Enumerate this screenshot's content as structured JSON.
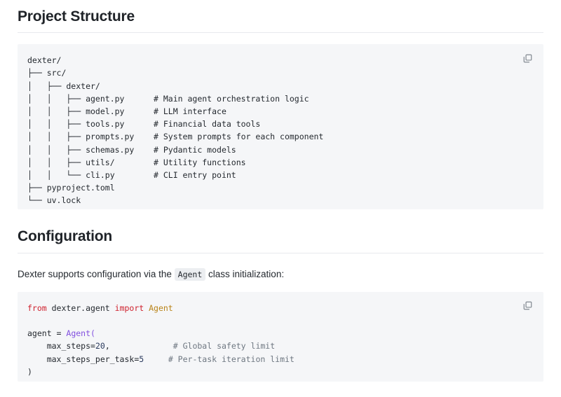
{
  "sections": [
    {
      "heading": "Project Structure",
      "code_block": {
        "copy_icon": "copy-icon",
        "lines": [
          "dexter/",
          "├── src/",
          "│   ├── dexter/",
          "│   │   ├── agent.py      # Main agent orchestration logic",
          "│   │   ├── model.py      # LLM interface",
          "│   │   ├── tools.py      # Financial data tools",
          "│   │   ├── prompts.py    # System prompts for each component",
          "│   │   ├── schemas.py    # Pydantic models",
          "│   │   ├── utils/        # Utility functions",
          "│   │   └── cli.py        # CLI entry point",
          "├── pyproject.toml",
          "└── uv.lock"
        ]
      }
    },
    {
      "heading": "Configuration",
      "paragraph": {
        "before": "Dexter supports configuration via the",
        "inline_code": "Agent",
        "after": "class initialization:"
      },
      "code_block": {
        "copy_icon": "copy-icon",
        "language": "python",
        "tokens": [
          [
            {
              "t": "from ",
              "c": "kw"
            },
            {
              "t": "dexter.agent ",
              "c": "plain"
            },
            {
              "t": "import ",
              "c": "kw"
            },
            {
              "t": "Agent",
              "c": "cls"
            }
          ],
          [],
          [
            {
              "t": "agent ",
              "c": "plain"
            },
            {
              "t": "= ",
              "c": "op"
            },
            {
              "t": "Agent(",
              "c": "fn"
            }
          ],
          [
            {
              "t": "    max_steps",
              "c": "plain"
            },
            {
              "t": "=",
              "c": "op"
            },
            {
              "t": "20",
              "c": "num"
            },
            {
              "t": ",",
              "c": "plain"
            },
            {
              "t": "             # Global safety limit",
              "c": "cmt"
            }
          ],
          [
            {
              "t": "    max_steps_per_task",
              "c": "plain"
            },
            {
              "t": "=",
              "c": "op"
            },
            {
              "t": "5",
              "c": "num"
            },
            {
              "t": "     # Per-task iteration limit",
              "c": "cmt"
            }
          ],
          [
            {
              "t": ")",
              "c": "plain"
            }
          ]
        ]
      }
    }
  ]
}
